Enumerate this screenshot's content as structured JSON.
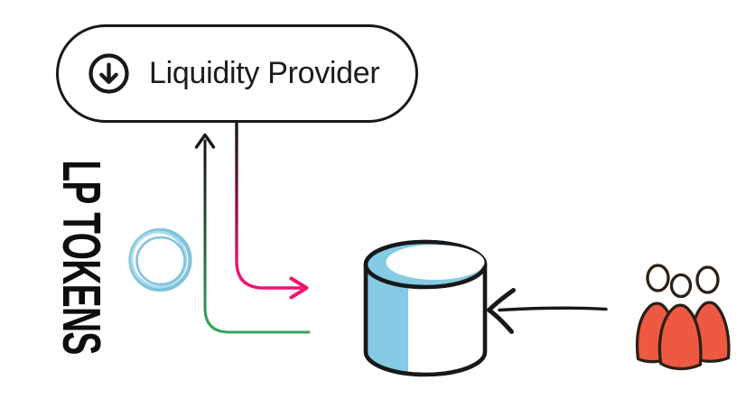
{
  "pill": {
    "label": "Liquidity Provider",
    "icon": "arrow-down-circle"
  },
  "side_label": {
    "text": "LP TOKENS"
  },
  "nodes": {
    "coin": "lp-token-coin (sketched light blue ring)",
    "pool": "liquidity-pool-cylinder (white cylinder, left side filled light blue)",
    "users": "users-group (three figures, white heads, red robes)"
  },
  "arrows": {
    "deposit": {
      "from": "liquidity-provider",
      "to": "pool",
      "shape": "L-shape down then right",
      "gradient": [
        "black",
        "pink"
      ],
      "head": "right"
    },
    "lp_tokens_return": {
      "from": "pool",
      "to": "liquidity-provider",
      "shape": "L-shape left then up",
      "gradient": [
        "green",
        "black"
      ],
      "head": "up"
    },
    "users_to_pool": {
      "from": "users",
      "to": "pool",
      "shape": "straight hand-drawn",
      "gradient": [
        "black"
      ],
      "head": "left"
    }
  },
  "colors": {
    "ink": "#17181a",
    "text": "#1c1c1e",
    "pink": "#ee1472",
    "green": "#2faa58",
    "pool_blue": "#85cbe4",
    "coin_blue": "#7fc3da",
    "coin_blue_light": "#a9d9ec",
    "people_red": "#ed5a41",
    "outline": "#2b2017"
  }
}
